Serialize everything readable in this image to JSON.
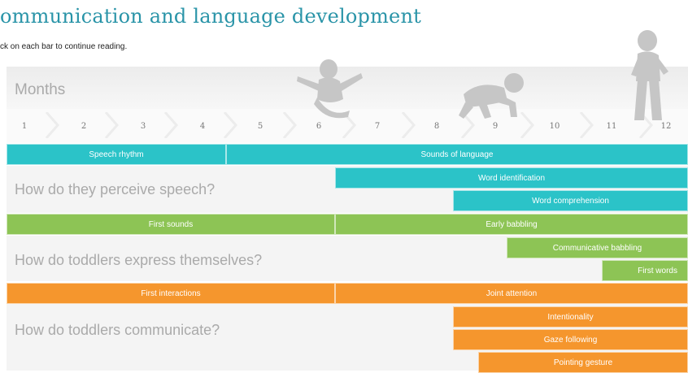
{
  "title": "ommunication and language development",
  "instruction": "ck on each bar to continue reading.",
  "months_label": "Months",
  "month_ticks": [
    "1",
    "2",
    "3",
    "4",
    "5",
    "6",
    "7",
    "8",
    "9",
    "10",
    "11",
    "12"
  ],
  "colors": {
    "teal": "#2bc3c8",
    "green": "#8dc455",
    "orange": "#f5962d",
    "title": "#2a94a8"
  },
  "sections": [
    {
      "question": "How do they perceive speech?",
      "bars": [
        {
          "label": "Speech rhythm",
          "color": "teal"
        },
        {
          "label": "Sounds of language",
          "color": "teal"
        },
        {
          "label": "Word identification",
          "color": "teal"
        },
        {
          "label": "Word comprehension",
          "color": "teal"
        }
      ]
    },
    {
      "question": "How do toddlers express themselves?",
      "bars": [
        {
          "label": "First sounds",
          "color": "green"
        },
        {
          "label": "Early babbling",
          "color": "green"
        },
        {
          "label": "Communicative babbling",
          "color": "green"
        },
        {
          "label": "First words",
          "color": "green"
        }
      ]
    },
    {
      "question": "How do toddlers communicate?",
      "bars": [
        {
          "label": "First interactions",
          "color": "orange"
        },
        {
          "label": "Joint attention",
          "color": "orange"
        },
        {
          "label": "Intentionality",
          "color": "orange"
        },
        {
          "label": "Gaze following",
          "color": "orange"
        },
        {
          "label": "Pointing gesture",
          "color": "orange"
        }
      ]
    }
  ],
  "icons": [
    "sitting-baby-icon",
    "crawling-baby-icon",
    "standing-toddler-icon"
  ]
}
